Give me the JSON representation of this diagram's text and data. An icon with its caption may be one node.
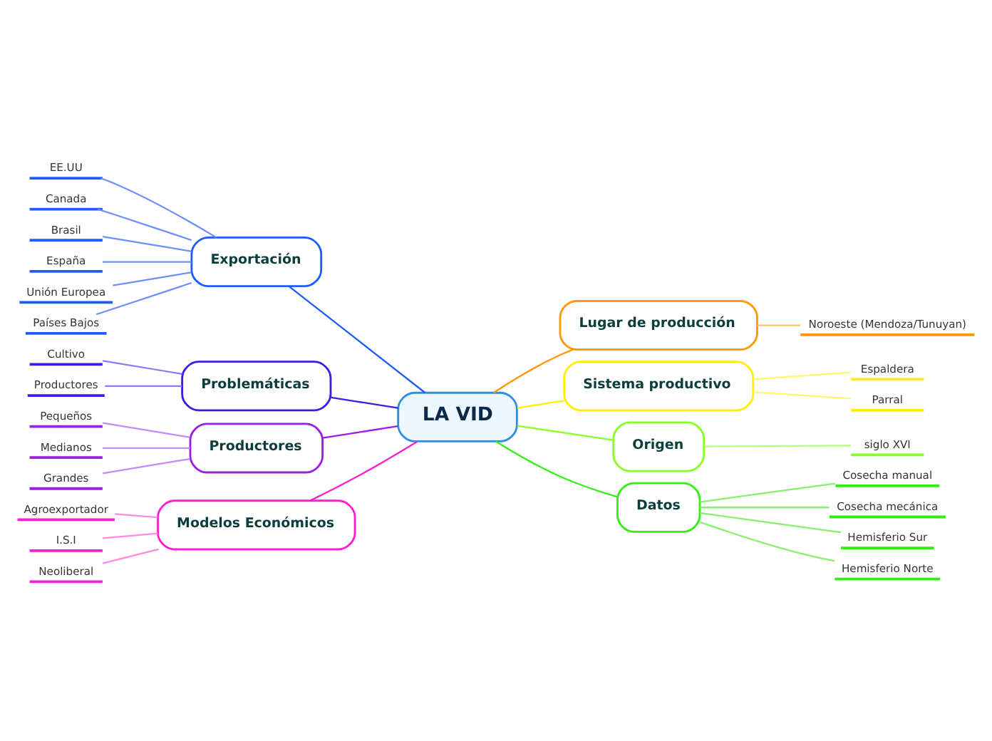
{
  "diagram": {
    "nodes": [
      {
        "text": [
          "LA VID"
        ]
      },
      {
        "text": [
          "Exportación"
        ]
      },
      {
        "text": [
          "EE.UU"
        ]
      },
      {
        "text": [
          "Canada"
        ]
      },
      {
        "text": [
          "Brasil"
        ]
      },
      {
        "text": [
          "España"
        ]
      },
      {
        "text": [
          "Unión Europea"
        ]
      },
      {
        "text": [
          "Países Bajos"
        ]
      },
      {
        "text": [
          "Problemáticas"
        ]
      },
      {
        "text": [
          "Cultivo"
        ]
      },
      {
        "text": [
          "Productores"
        ]
      },
      {
        "text": [
          "Productores"
        ]
      },
      {
        "text": [
          "Pequeños"
        ]
      },
      {
        "text": [
          "Medianos"
        ]
      },
      {
        "text": [
          "Grandes"
        ]
      },
      {
        "text": [
          "Modelos Económicos"
        ]
      },
      {
        "text": [
          "Agroexportador"
        ]
      },
      {
        "text": [
          "I.S.I"
        ]
      },
      {
        "text": [
          "Neoliberal"
        ]
      },
      {
        "text": [
          "Lugar de producción"
        ]
      },
      {
        "text": [
          "Noroeste (Mendoza/Tunuyan)"
        ]
      },
      {
        "text": [
          "Sistema productivo"
        ]
      },
      {
        "text": [
          "Espaldera"
        ]
      },
      {
        "text": [
          "Parral"
        ]
      },
      {
        "text": [
          "Origen"
        ]
      },
      {
        "text": [
          "siglo XVI"
        ]
      },
      {
        "text": [
          "Datos"
        ]
      },
      {
        "text": [
          "Cosecha manual"
        ]
      },
      {
        "text": [
          "Cosecha mecánica"
        ]
      },
      {
        "text": [
          "Hemisferio Sur"
        ]
      },
      {
        "text": [
          "Hemisferio Norte"
        ]
      }
    ],
    "edges": [
      {
        "from": 0,
        "to": 1,
        "arrow": "none",
        "color": "#1e5bff"
      },
      {
        "from": 1,
        "to": 2,
        "arrow": "none",
        "color": "#6f8fff"
      },
      {
        "from": 1,
        "to": 3,
        "arrow": "none",
        "color": "#6f8fff"
      },
      {
        "from": 1,
        "to": 4,
        "arrow": "none",
        "color": "#6f8fff"
      },
      {
        "from": 1,
        "to": 5,
        "arrow": "none",
        "color": "#6f8fff"
      },
      {
        "from": 1,
        "to": 6,
        "arrow": "none",
        "color": "#6f8fff"
      },
      {
        "from": 1,
        "to": 7,
        "arrow": "none",
        "color": "#6f8fff"
      },
      {
        "from": 0,
        "to": 8,
        "arrow": "none",
        "color": "#3b1ee6"
      },
      {
        "from": 8,
        "to": 9,
        "arrow": "none",
        "color": "#8a78ff"
      },
      {
        "from": 8,
        "to": 10,
        "arrow": "none",
        "color": "#8a78ff"
      },
      {
        "from": 0,
        "to": 11,
        "arrow": "none",
        "color": "#9b1ee6"
      },
      {
        "from": 11,
        "to": 12,
        "arrow": "none",
        "color": "#c48aff"
      },
      {
        "from": 11,
        "to": 13,
        "arrow": "none",
        "color": "#c48aff"
      },
      {
        "from": 11,
        "to": 14,
        "arrow": "none",
        "color": "#c48aff"
      },
      {
        "from": 0,
        "to": 15,
        "arrow": "none",
        "color": "#ff1ecf"
      },
      {
        "from": 15,
        "to": 16,
        "arrow": "none",
        "color": "#ff8ae6"
      },
      {
        "from": 15,
        "to": 17,
        "arrow": "none",
        "color": "#ff8ae6"
      },
      {
        "from": 15,
        "to": 18,
        "arrow": "none",
        "color": "#ff8ae6"
      },
      {
        "from": 0,
        "to": 19,
        "arrow": "none",
        "color": "#ff9900"
      },
      {
        "from": 19,
        "to": 20,
        "arrow": "none",
        "color": "#ffc070"
      },
      {
        "from": 0,
        "to": 21,
        "arrow": "none",
        "color": "#ffee00"
      },
      {
        "from": 21,
        "to": 22,
        "arrow": "none",
        "color": "#fff570"
      },
      {
        "from": 21,
        "to": 23,
        "arrow": "none",
        "color": "#fff570"
      },
      {
        "from": 0,
        "to": 24,
        "arrow": "none",
        "color": "#88ff22"
      },
      {
        "from": 24,
        "to": 25,
        "arrow": "none",
        "color": "#b8ff80"
      },
      {
        "from": 0,
        "to": 26,
        "arrow": "none",
        "color": "#33ee11"
      },
      {
        "from": 26,
        "to": 27,
        "arrow": "none",
        "color": "#88f070"
      },
      {
        "from": 26,
        "to": 28,
        "arrow": "none",
        "color": "#88f070"
      },
      {
        "from": 26,
        "to": 29,
        "arrow": "none",
        "color": "#88f070"
      },
      {
        "from": 26,
        "to": 30,
        "arrow": "none",
        "color": "#88f070"
      }
    ]
  }
}
